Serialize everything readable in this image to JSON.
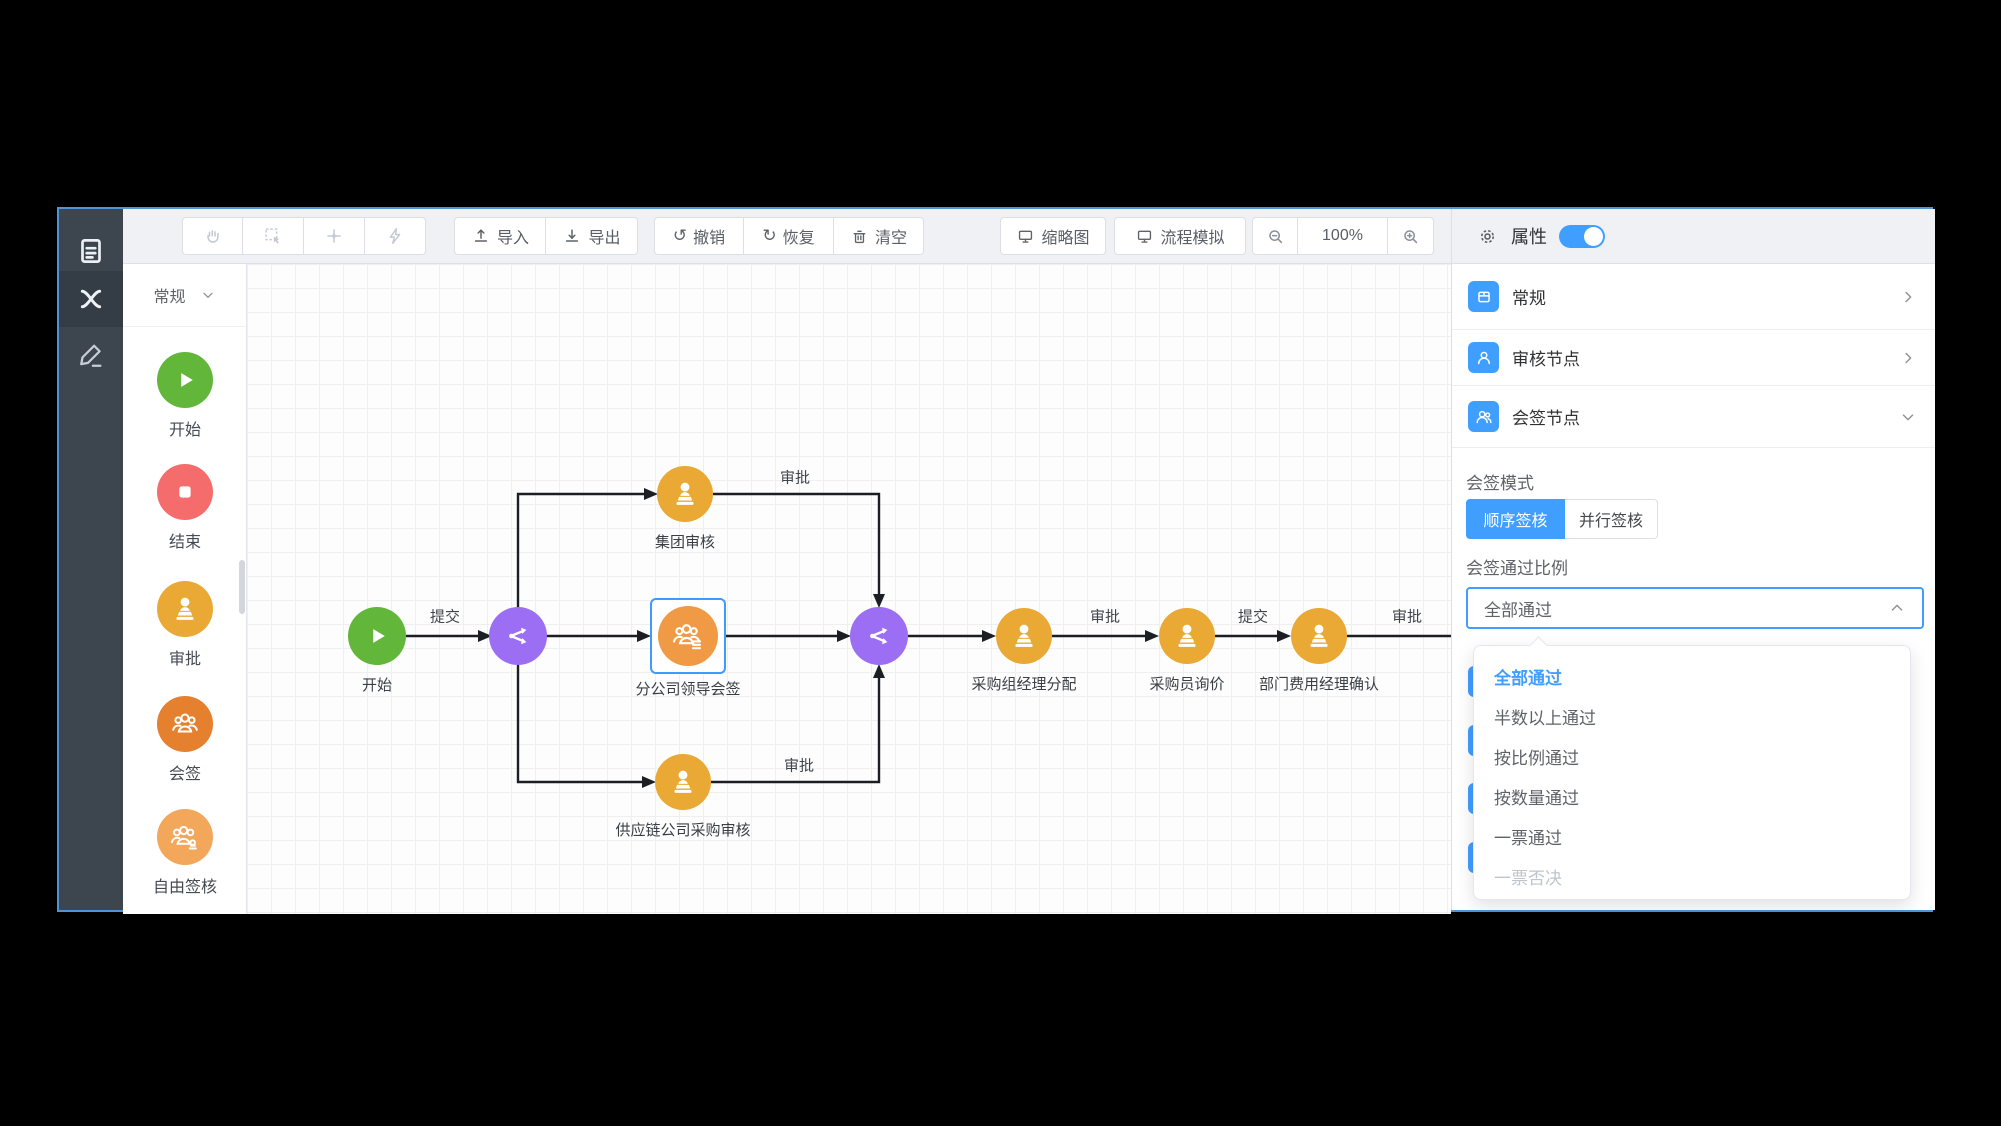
{
  "colors": {
    "blue": "#409eff",
    "green": "#62b73b",
    "red": "#f56c6c",
    "amber": "#e9a934",
    "orange": "#e5812e",
    "lorange": "#f3a75a",
    "selorange": "#f09a45",
    "purple": "#9b6ef3",
    "edge": "#1b1f24",
    "window_border": "#4f94d8"
  },
  "sidebar": {
    "icons": [
      "form-icon",
      "flow-icon",
      "edit-icon"
    ]
  },
  "toolbar": {
    "disabled_icons": [
      "pan-hand",
      "marquee-select",
      "fit-view",
      "auto-layout"
    ],
    "import_label": "导入",
    "export_label": "导出",
    "undo_label": "撤销",
    "redo_label": "恢复",
    "clear_label": "清空",
    "minimap_label": "缩略图",
    "simulate_label": "流程模拟",
    "zoom_level": "100%",
    "undo_glyph": "↺",
    "redo_glyph": "↻"
  },
  "palette": {
    "header": "常规",
    "items": [
      {
        "label": "开始",
        "type": "start"
      },
      {
        "label": "结束",
        "type": "end"
      },
      {
        "label": "审批",
        "type": "approve"
      },
      {
        "label": "会签",
        "type": "countersign"
      },
      {
        "label": "自由签核",
        "type": "freesign"
      }
    ]
  },
  "canvas": {
    "nodes": [
      {
        "label": "开始",
        "type": "start"
      },
      {
        "label": "集团审核",
        "type": "approve"
      },
      {
        "label": "分公司领导会签",
        "type": "countersign",
        "selected": true
      },
      {
        "label": "供应链公司采购审核",
        "type": "approve"
      },
      {
        "label": "采购组经理分配",
        "type": "approve"
      },
      {
        "label": "采购员询价",
        "type": "approve"
      },
      {
        "label": "部门费用经理确认",
        "type": "approve"
      }
    ],
    "gateways": 2,
    "edge_labels": [
      "提交",
      "审批",
      "审批",
      "审批",
      "提交",
      "审批"
    ]
  },
  "panel": {
    "title": "属性",
    "toggle_on": true,
    "sections": [
      {
        "label": "常规",
        "state": "collapsed"
      },
      {
        "label": "审核节点",
        "state": "collapsed"
      },
      {
        "label": "会签节点",
        "state": "expanded"
      }
    ],
    "mode_label": "会签模式",
    "modes": [
      {
        "label": "顺序签核",
        "selected": true
      },
      {
        "label": "并行签核",
        "selected": false
      }
    ],
    "ratio_label": "会签通过比例",
    "ratio_value": "全部通过",
    "ratio_options": [
      {
        "label": "全部通过",
        "selected": true
      },
      {
        "label": "半数以上通过"
      },
      {
        "label": "按比例通过"
      },
      {
        "label": "按数量通过"
      },
      {
        "label": "一票通过"
      },
      {
        "label": "一票否决",
        "disabled": true
      }
    ]
  }
}
